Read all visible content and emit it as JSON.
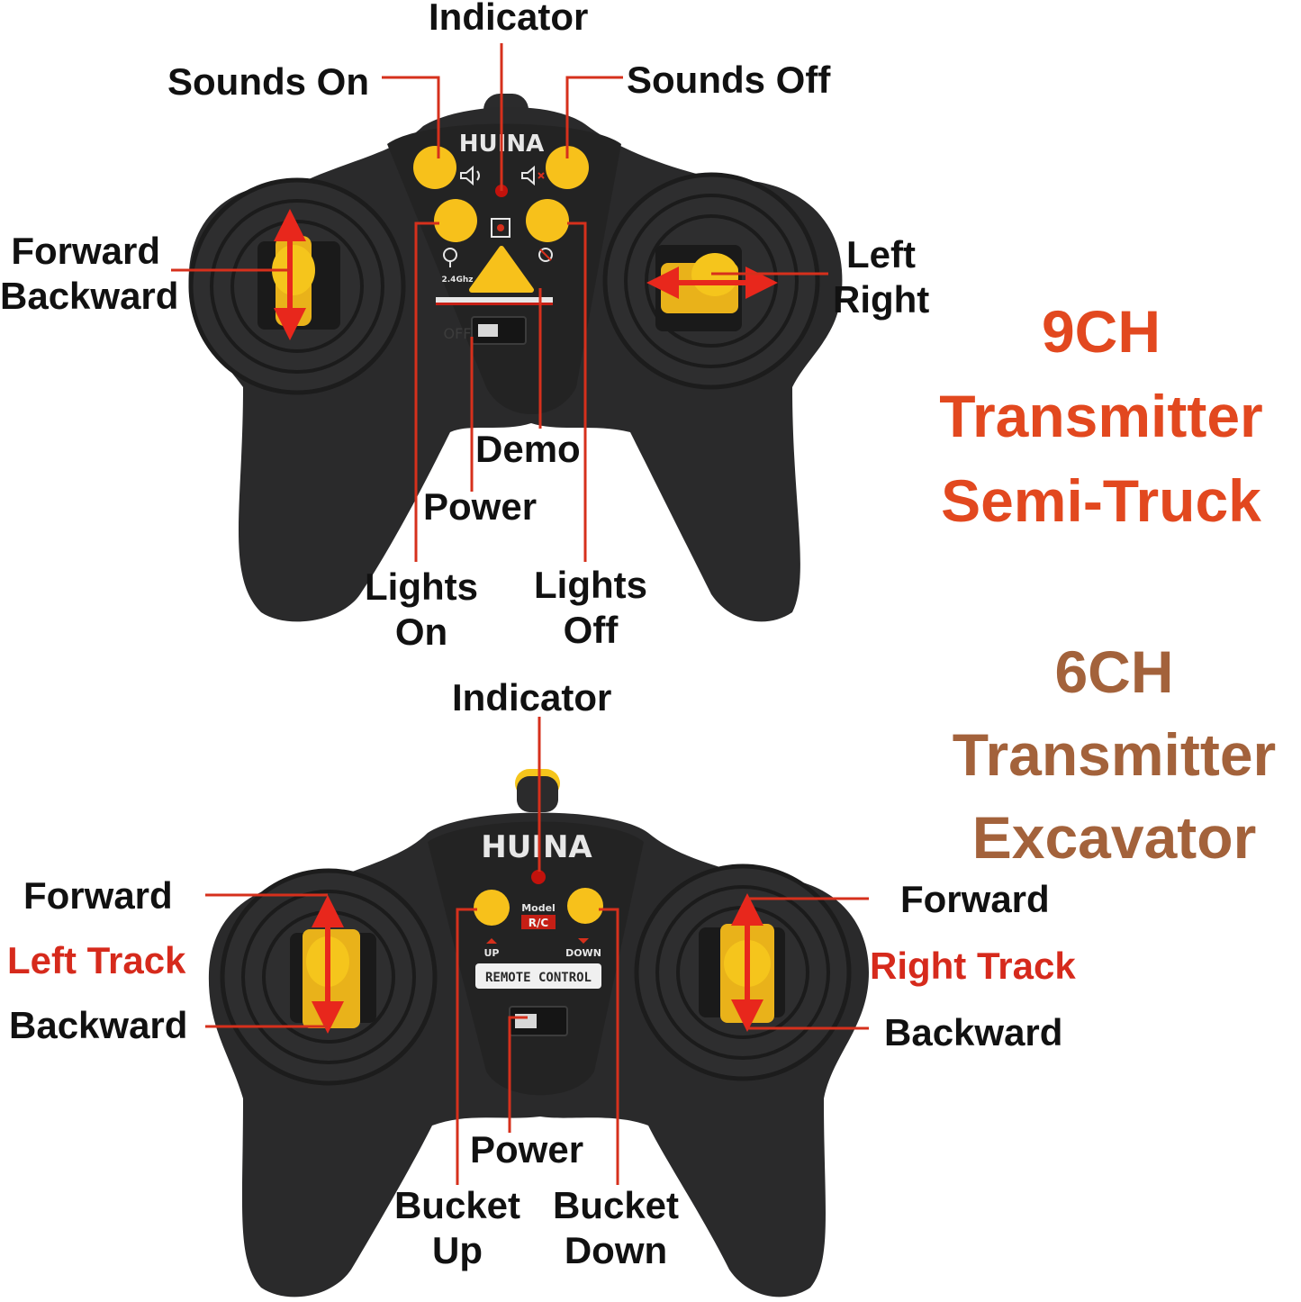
{
  "colors": {
    "leader_line": "#d6301c",
    "button_yellow": "#f7c11b",
    "body_dark": "#2a2a2b",
    "title_9ch": "#e2481f",
    "title_6ch": "#a3623b",
    "track_label": "#d62a1c"
  },
  "top_controller": {
    "brand": "HUINA",
    "switch_label": "OFF",
    "freq_label": "2.4Ghz",
    "labels": {
      "indicator": "Indicator",
      "sounds_on": "Sounds On",
      "sounds_off": "Sounds Off",
      "forward": "Forward",
      "backward": "Backward",
      "left": "Left",
      "right": "Right",
      "demo": "Demo",
      "power": "Power",
      "lights_on_1": "Lights",
      "lights_on_2": "On",
      "lights_off_1": "Lights",
      "lights_off_2": "Off"
    },
    "title": [
      "9CH",
      "Transmitter",
      "Semi-Truck"
    ]
  },
  "bottom_controller": {
    "brand": "HUINA",
    "badge_line1": "Model",
    "badge_line2": "R/C",
    "up_label": "UP",
    "down_label": "DOWN",
    "plate": "REMOTE CONTROL",
    "labels": {
      "indicator": "Indicator",
      "left_forward": "Forward",
      "left_track": "Left Track",
      "left_backward": "Backward",
      "right_forward": "Forward",
      "right_track": "Right Track",
      "right_backward": "Backward",
      "power": "Power",
      "bucket_up_1": "Bucket",
      "bucket_up_2": "Up",
      "bucket_down_1": "Bucket",
      "bucket_down_2": "Down"
    },
    "title": [
      "6CH",
      "Transmitter",
      "Excavator"
    ]
  }
}
